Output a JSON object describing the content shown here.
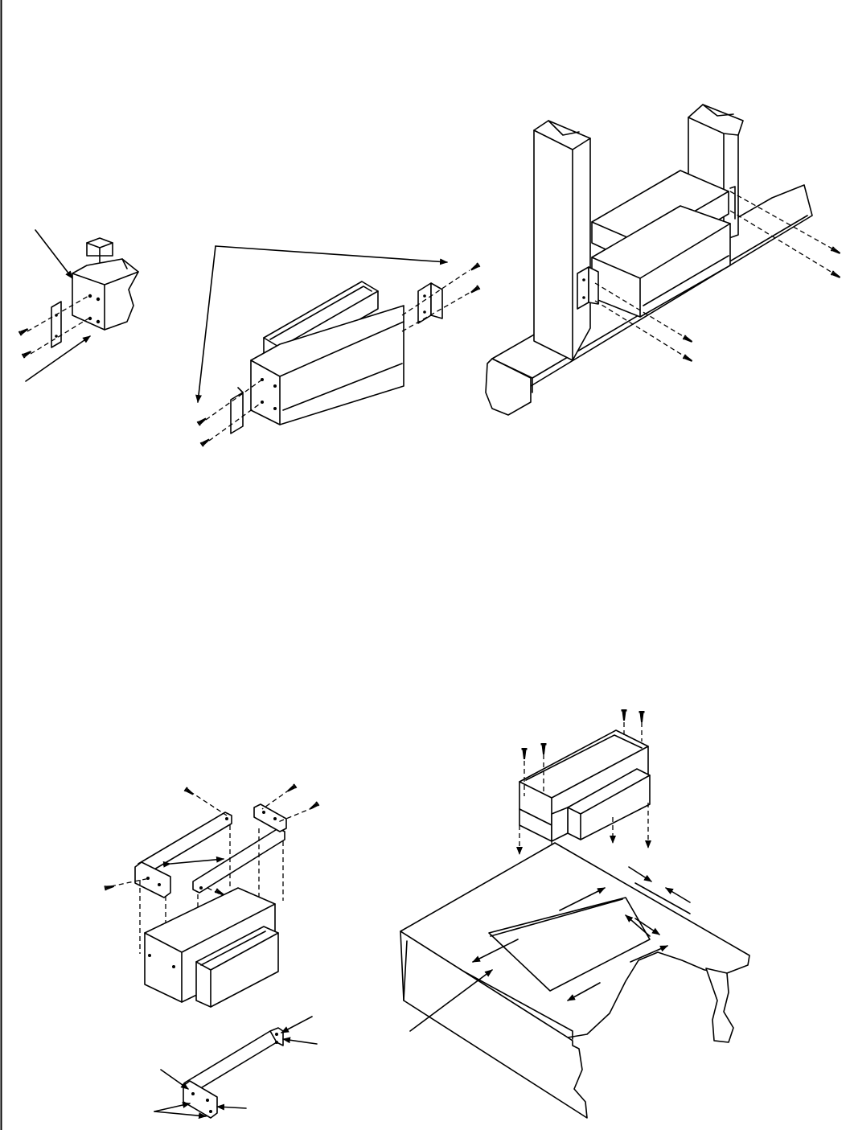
{
  "page": {
    "background": "#ffffff",
    "line_color": "#000000"
  },
  "figures": [
    {
      "id": "bracket-on-post"
    },
    {
      "id": "box-with-end-brackets"
    },
    {
      "id": "box-mounted-between-posts"
    },
    {
      "id": "box-with-rail-brackets"
    },
    {
      "id": "box-mounted-on-desktop"
    }
  ]
}
